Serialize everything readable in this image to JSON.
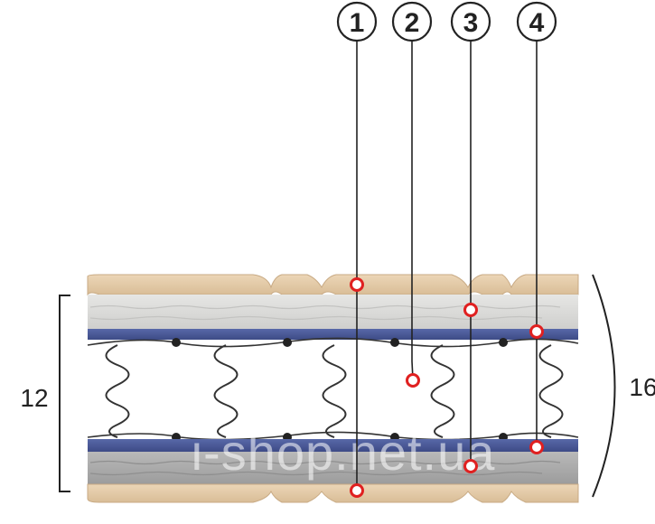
{
  "callouts": [
    {
      "label": "1"
    },
    {
      "label": "2"
    },
    {
      "label": "3"
    },
    {
      "label": "4"
    }
  ],
  "dimensions": {
    "core_height": "12",
    "total_height": "16"
  },
  "watermark": "i-shop.net.ua",
  "colors": {
    "cover": "#e2c9a7",
    "felt": "#dcdcda",
    "blue_layer": "#4a5a9a",
    "spring": "#333333",
    "marker": "#e02020"
  }
}
